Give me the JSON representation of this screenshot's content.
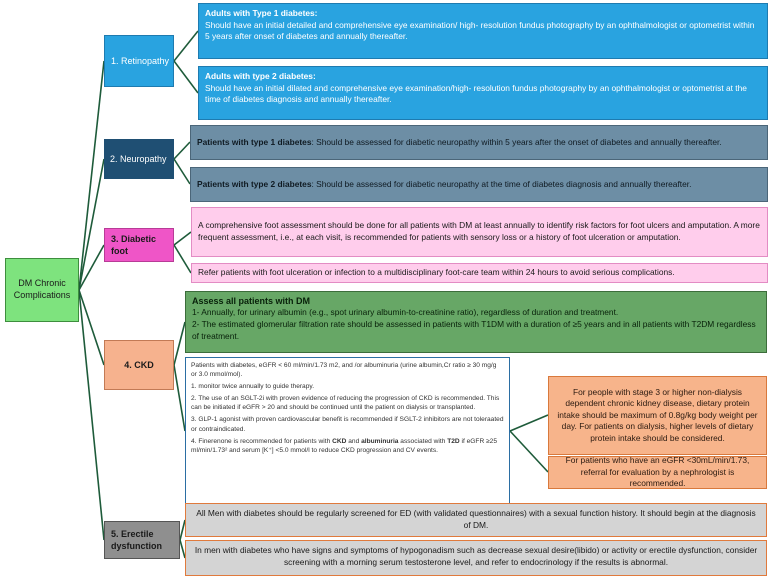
{
  "root": {
    "label": "DM Chronic Complications"
  },
  "categories": [
    {
      "label": "1. Retinopathy"
    },
    {
      "label": "2. Neuropathy"
    },
    {
      "label": "3. Diabetic foot"
    },
    {
      "label": "4. CKD"
    },
    {
      "label": "5. Erectile dysfunction"
    }
  ],
  "retinopathy": {
    "type1": {
      "heading": "Adults with Type 1 diabetes:",
      "text": "Should have an initial  detailed and comprehensive eye examination/  high- resolution fundus photography by an ophthalmologist or optometrist within 5 years after onset of diabetes and annually thereafter."
    },
    "type2": {
      "heading": "Adults with type 2 diabetes:",
      "text": "Should have an initial dilated and comprehensive eye examination/high-  resolution fundus photography by an ophthalmologist or optometrist at the time of diabetes  diagnosis and annually thereafter."
    }
  },
  "neuropathy": {
    "type1": {
      "heading": "Patients with type 1 diabetes",
      "text": ": Should be assessed for diabetic neuropathy within 5 years after  the onset of diabetes and annually thereafter."
    },
    "type2": {
      "heading": "Patients with type 2 diabetes",
      "text": ": Should be assessed for diabetic neuropathy at the time of diabetes diagnosis  and annually thereafter."
    }
  },
  "foot": {
    "assessment": "A comprehensive foot assessment  should be done for all patients with DM at least annually to identify risk factors for foot ulcers and amputation.  A more frequent assessment, i.e., at each visit,  is recommended  for patients with sensory loss or a history of foot ulceration  or amputation.",
    "referral": "Refer patients  with foot ulceration  or infection to a multidisciplinary  foot-care team  within 24 hours to avoid serious complications."
  },
  "ckd": {
    "assess": {
      "title": "Assess  all patients with DM",
      "item1": "1- Annually, for urinary albumin (e.g., spot urinary albumin-to-creatinine  ratio),  regardless of duration and treatment.",
      "item2": "2- The estimated  glomerular filtration rate should be assessed  in patients with T1DM with a duration of ≥5 years and in all patients  with  T2DM regardless of treatment."
    },
    "detail": {
      "intro": "Patients with diabetes,  eGFR < 60 ml/min/1.73 m2, and /or albuminuria  (urine albumin,Cr ratio ≥ 30 mg/g or 3.0 mmol/mol).",
      "p1": "1. monitor twice annually to guide therapy.",
      "p2": "2. The use of an SGLT-2i with proven evidence of reducing the progression  of CKD is recommended. This can be initiated if eGFR > 20 and should be continued  until the patient on dialysis  or transplanted.",
      "p3": "3. GLP-1 agonist with proven cardiovascular benefit is recommended if SGLT-2  inhibitors are not toleraated or contraindicated.",
      "p4_pre": "4. Finerenone is recommended for patients with ",
      "p4_ckd": "CKD",
      "p4_and": " and ",
      "p4_alb": "albuminuria",
      "p4_assoc": "  associated with ",
      "p4_t2d": "T2D",
      "p4_post": " if eGFR ≥25 ml/min/1.73² and serum  [K⁺] <5.0 mmol/l to reduce CKD progression  and CV events."
    },
    "protein": "For people with stage 3 or higher non-dialysis dependent chronic kidney disease,  dietary  protein intake should be maximum of 0.8g/kg  body weight per day.  For patients on dialysis,  higher levels of dietary  protein intake should be considered.",
    "nephro": "For patients  who  have an eGFR <30mL/min/1.73,   referral  for evaluation by a nephrologist is recommended."
  },
  "ed": {
    "screen": "All Men with diabetes  should be regularly screened for ED (with validated  questionnaires)  with  a sexual  function history.  It should begin at the diagnosis of DM.",
    "hypogonadism": "In men with diabetes who have signs and symptoms of hypogonadism such as decrease  sexual desire(libido) or activity or erectile dysfunction,  consider screening  with  a morning  serum testosterone  level, and refer to endocrinology if the results is abnormal."
  },
  "colors": {
    "root": "#7ee37e",
    "retinopathy": "#29a3e0",
    "neuropathy": "#1f4f73",
    "foot": "#ef55c7",
    "ckd": "#f6b28e",
    "ed": "#8f8f8f",
    "connector": "#1e5b3a"
  }
}
